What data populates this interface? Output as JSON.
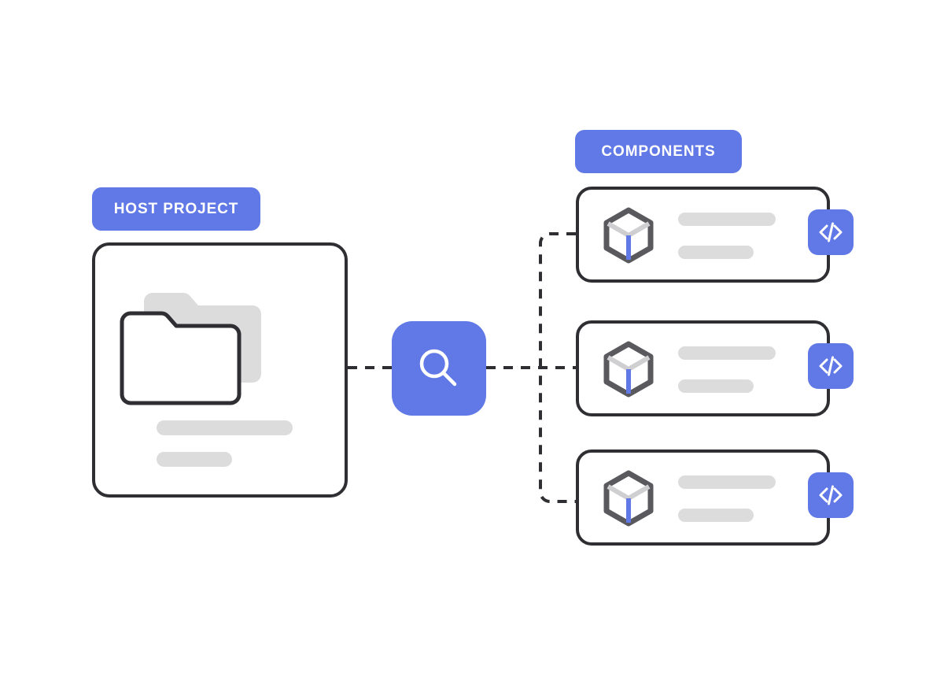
{
  "diagram": {
    "title": "Host project searching components",
    "background_color": "#ffffff",
    "accent_color": "#6179e6",
    "outline_color": "#2f2f33",
    "placeholder_color": "#dcdcdc",
    "cube_outline_color": "#5a5a5e",
    "cube_highlight_color": "#cfcfd2"
  },
  "host": {
    "label": "HOST PROJECT",
    "folder_icon": "folder-stack-icon",
    "bars": [
      {
        "name": "host-placeholder-bar-1"
      },
      {
        "name": "host-placeholder-bar-2"
      }
    ]
  },
  "search": {
    "icon": "search-icon",
    "label": ""
  },
  "components": {
    "label": "COMPONENTS",
    "cards": [
      {
        "cube_icon": "cube-icon",
        "code_icon": "code-icon",
        "bars": [
          {
            "name": "component-title-bar"
          },
          {
            "name": "component-subtitle-bar"
          }
        ]
      },
      {
        "cube_icon": "cube-icon",
        "code_icon": "code-icon",
        "bars": [
          {
            "name": "component-title-bar"
          },
          {
            "name": "component-subtitle-bar"
          }
        ]
      },
      {
        "cube_icon": "cube-icon",
        "code_icon": "code-icon",
        "bars": [
          {
            "name": "component-title-bar"
          },
          {
            "name": "component-subtitle-bar"
          }
        ]
      }
    ]
  },
  "connector": {
    "style": "dashed",
    "color": "#2f2f33",
    "dash_length": 12,
    "gap_length": 10,
    "thickness": 4
  }
}
